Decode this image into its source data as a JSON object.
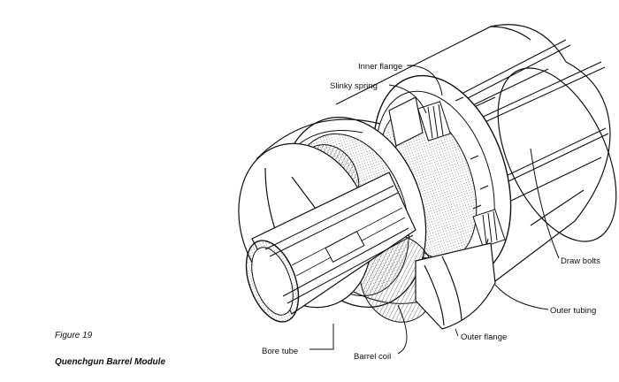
{
  "caption": {
    "figure_number": "Figure 19",
    "title": "Quenchgun Barrel Module"
  },
  "labels": {
    "inner_flange": "Inner flange",
    "slinky_spring": "Slinky spring",
    "draw_bolts": "Draw bolts",
    "outer_tubing": "Outer tubing",
    "outer_flange": "Outer flange",
    "bore_tube": "Bore tube",
    "barrel_coil": "Barrel coil"
  },
  "colors": {
    "ink": "#111111",
    "paper": "#ffffff",
    "shade": "#cfcfcf"
  }
}
